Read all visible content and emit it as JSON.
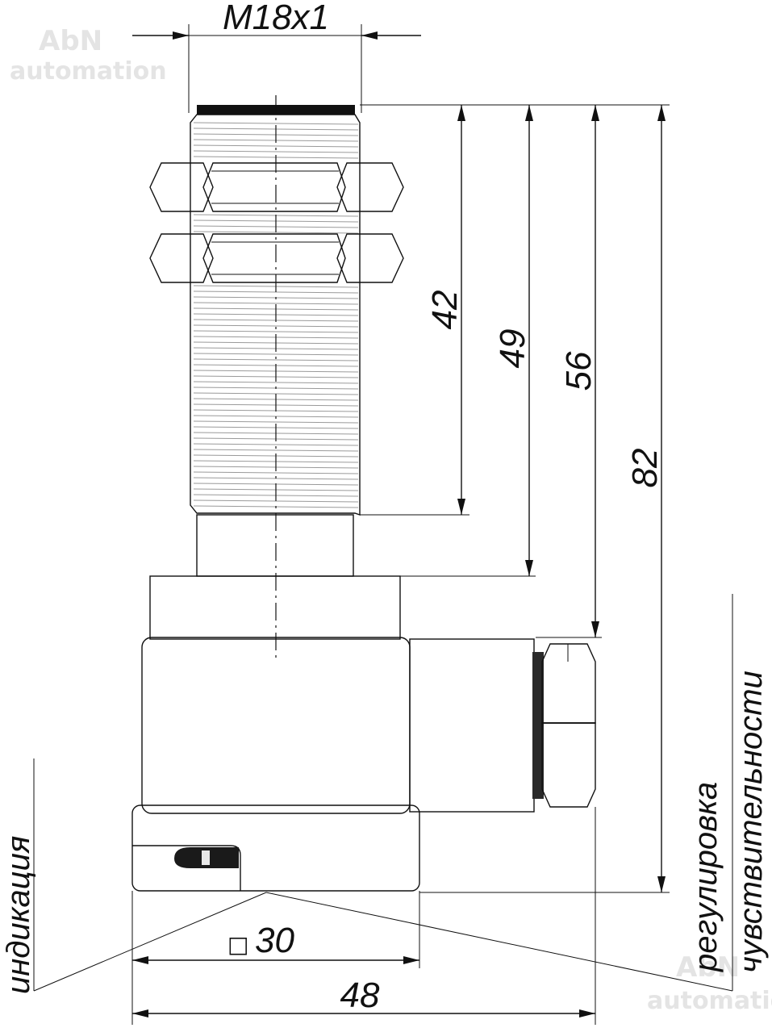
{
  "watermark": {
    "line1": "AbN",
    "line2": "automation"
  },
  "dimensions": {
    "thread": "M18x1",
    "d42": "42",
    "d49": "49",
    "d56": "56",
    "d82": "82",
    "square_symbol": "□",
    "square": "30",
    "width": "48"
  },
  "labels": {
    "indication": "индикация",
    "sensitivity_line1": "регулировка",
    "sensitivity_line2": "чувствительности"
  },
  "colors": {
    "metal_light": "#e6e6e6",
    "metal_mid": "#b5b5b5",
    "body_dark": "#7e7e7e",
    "outline": "#111111"
  }
}
